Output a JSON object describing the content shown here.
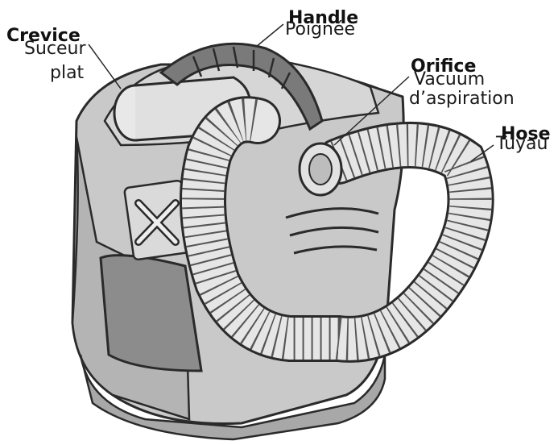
{
  "labels": {
    "crevice": {
      "en": "Crevice",
      "fr_line1": "Suceur",
      "fr_line2": "plat"
    },
    "handle": {
      "en": "Handle",
      "fr": "Poignée"
    },
    "vacuum": {
      "en": "Orifice",
      "fr_line1": "Vacuum",
      "fr_line2": "d’aspiration"
    },
    "hose": {
      "en": "Hose",
      "fr": "Tuyau"
    }
  },
  "colors": {
    "body_light": "#dcdcdc",
    "body_mid": "#bdbdbd",
    "body_dark": "#8e8e8e",
    "outline": "#2a2a2a",
    "hose": "#e6e6e6"
  }
}
